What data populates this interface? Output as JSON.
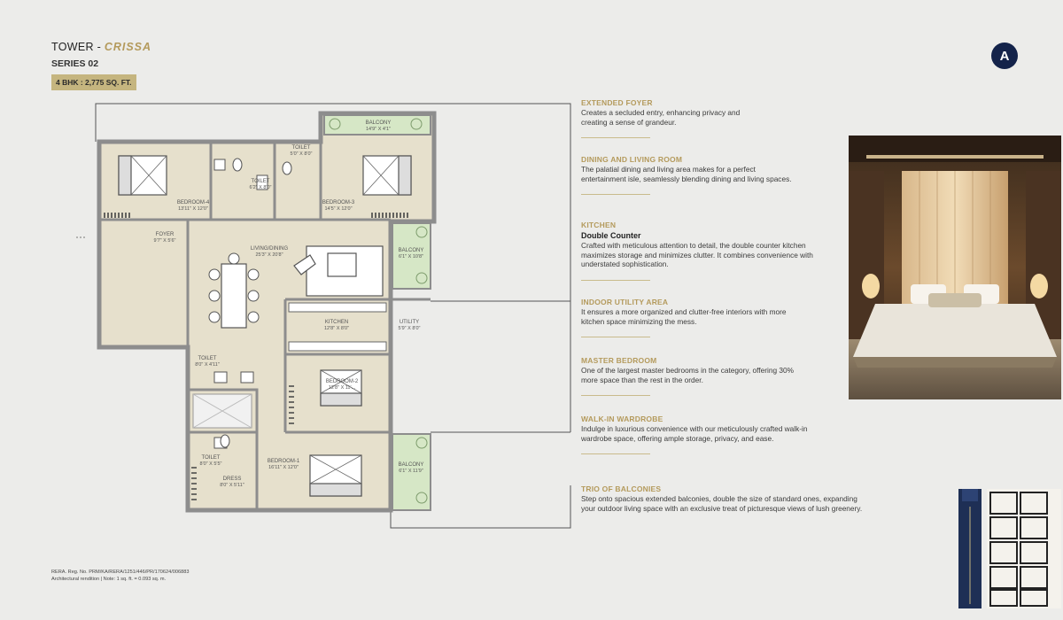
{
  "header": {
    "tower_prefix": "TOWER - ",
    "tower_name": "CRISSA",
    "series": "SERIES 02",
    "bhk": "4 BHK : 2,775 SQ. FT."
  },
  "unit_badge": "A",
  "rooms": {
    "balcony_top": {
      "name": "BALCONY",
      "dim": "14'9\" X 4'1\""
    },
    "toilet_top": {
      "name": "TOILET",
      "dim": "5'0\" X 8'0\""
    },
    "toilet_mid": {
      "name": "TOILET",
      "dim": "6'2\" X 8'0\""
    },
    "bedroom4": {
      "name": "BEDROOM-4",
      "dim": "13'11\" X 12'0\""
    },
    "bedroom3": {
      "name": "BEDROOM-3",
      "dim": "14'5\" X 12'0\""
    },
    "foyer": {
      "name": "FOYER",
      "dim": "9'7\" X 5'6\""
    },
    "living": {
      "name": "LIVING/DINING",
      "dim": "25'3\" X 20'8\""
    },
    "balcony_mid": {
      "name": "BALCONY",
      "dim": "6'1\" X 10'8\""
    },
    "kitchen": {
      "name": "KITCHEN",
      "dim": "12'8\" X 8'0\""
    },
    "utility": {
      "name": "UTILITY",
      "dim": "5'9\" X 8'0\""
    },
    "toilet_left": {
      "name": "TOILET",
      "dim": "8'0\" X 4'11\""
    },
    "bedroom2": {
      "name": "BEDROOM-2",
      "dim": "12'8\" X 11'..."
    },
    "toilet_low": {
      "name": "TOILET",
      "dim": "8'0\" X 5'5\""
    },
    "bedroom1": {
      "name": "BEDROOM-1",
      "dim": "16'11\" X 12'0\""
    },
    "balcony_low": {
      "name": "BALCONY",
      "dim": "6'1\" X 11'9\""
    },
    "dress": {
      "name": "DRESS",
      "dim": "8'0\" X 5'11\""
    }
  },
  "features": [
    {
      "title": "EXTENDED FOYER",
      "sub": "",
      "desc": "Creates a secluded entry, enhancing privacy and creating a sense of grandeur."
    },
    {
      "title": "DINING AND LIVING ROOM",
      "sub": "",
      "desc": "The palatial dining and living area makes for a perfect entertainment isle, seamlessly blending dining and living spaces."
    },
    {
      "title": "KITCHEN",
      "sub": "Double Counter",
      "desc": "Crafted with meticulous attention to detail, the double counter kitchen maximizes storage and minimizes clutter. It combines convenience with understated sophistication."
    },
    {
      "title": "INDOOR UTILITY AREA",
      "sub": "",
      "desc": "It ensures a more organized and clutter-free interiors with more kitchen space minimizing the mess."
    },
    {
      "title": "MASTER BEDROOM",
      "sub": "",
      "desc": "One of the largest master bedrooms in the category, offering 30% more space than the rest in the order."
    },
    {
      "title": "WALK-IN WARDROBE",
      "sub": "",
      "desc": "Indulge in luxurious convenience with our meticulously crafted walk-in wardrobe space, offering ample storage, privacy, and ease."
    },
    {
      "title": "TRIO OF BALCONIES",
      "sub": "",
      "desc": "Step onto spacious extended balconies, double the size of standard ones, expanding your outdoor living space with an exclusive treat of picturesque views of lush greenery."
    }
  ],
  "footer": {
    "rera": "RERA. Reg. No. PRM/KA/RERA/1251/446/PR/170624/006883",
    "note": "Architectural rendition  |  Note: 1 sq. ft. = 0.093 sq. m."
  },
  "colors": {
    "accent_gold": "#b49a5c",
    "badge_navy": "#14234a",
    "room_fill": "#e6e0cc",
    "wall": "#8d8d8d",
    "balcony_fill": "#d6e7c6",
    "leader_line": "#555555"
  }
}
